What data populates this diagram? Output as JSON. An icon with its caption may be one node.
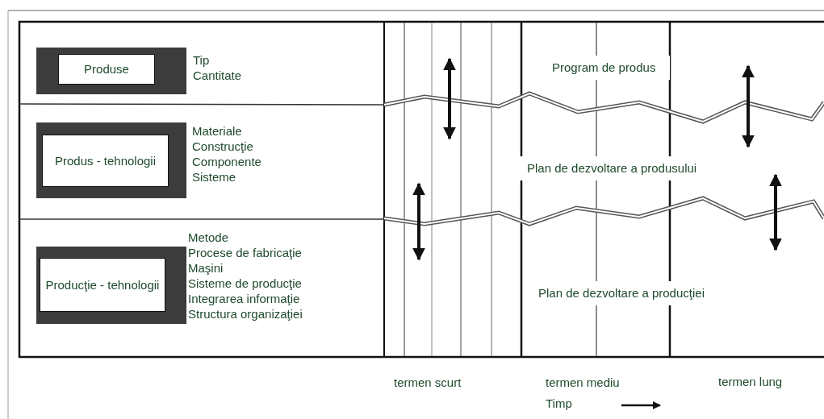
{
  "diagram": {
    "nodes": [
      {
        "text": [
          "Produse"
        ],
        "beside": [
          "Tip",
          "Cantitate"
        ]
      },
      {
        "text": [
          "Produs - tehnologii"
        ],
        "beside": [
          "Materiale",
          "Construcţie",
          "Componente",
          "Sisteme"
        ]
      },
      {
        "text": [
          "Producţie - tehnologii"
        ],
        "beside": [
          "Metode",
          "Procese de fabricaţie",
          "Maşini",
          "Sisteme de producţie",
          "Integrarea informaţie",
          "Structura organizaţiei"
        ]
      }
    ],
    "labels": [
      "Program de produs",
      "Plan de dezvoltare a produsului",
      "Plan de dezvoltare a producţiei",
      "termen scurt",
      "termen mediu",
      "Timp",
      "termen lung"
    ]
  }
}
